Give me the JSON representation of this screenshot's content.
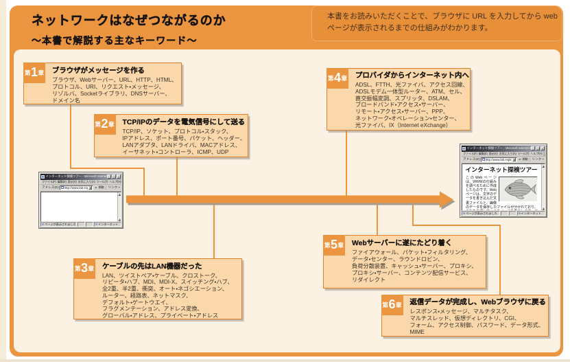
{
  "header": {
    "title": "ネットワークはなぜつながるのか",
    "subtitle": "〜本書で解説する主なキーワード〜",
    "intro_text": "本書をお読みいただくことで、ブラウザに URL を入力してから web\nページが表示されるまでの仕組みがわかります。"
  },
  "colors": {
    "band_orange": "#ec9540",
    "panel_cream": "#fbf2e4",
    "chapter_fill": "#fad8ac",
    "chapter_border": "#de8128",
    "intro_fill": "#e88f39",
    "shadow_gray": "#968b7d"
  },
  "chapters": [
    {
      "label_prefix": "第",
      "number": "1",
      "label_suffix": "章",
      "title": "ブラウザがメッセージを作る",
      "keywords": "ブラウザ、Webサーバー、URL、HTTP、HTML、\nプロトコル、URI、リクエスト・メッセージ、\nリゾルバ、Socketライブラリ、DNSサーバー、\nドメイン名"
    },
    {
      "label_prefix": "第",
      "number": "2",
      "label_suffix": "章",
      "title": "TCP/IPのデータを電気信号にして送る",
      "keywords": "TCP/IP、ソケット、プロトコル・スタック、\nIPアドレス、ポート番号、パケット、ヘッダー、\nLANアダプタ、LANドライバ、MACアドレス、\nイーサネット・コントローラ、ICMP、UDP"
    },
    {
      "label_prefix": "第",
      "number": "3",
      "label_suffix": "章",
      "title": "ケーブルの先はLAN機器だった",
      "keywords": "LAN、ツイストペア・ケーブル、クロストーク、\nリピータ・ハブ、MDI、MDI-X、スイッチング・ハブ、\n全2重、半2重、衝突、オート・ネゴシエーション、\nルーター、経路表、ネットマスク、\nデフォルト・ゲートウエイ、\nフラグメンテーション、アドレス変換、\nグローバル・アドレス、プライベート・アドレス"
    },
    {
      "label_prefix": "第",
      "number": "4",
      "label_suffix": "章",
      "title": "プロバイダからインターネット内へ",
      "keywords": "ADSL、FTTH、光ファイバ、アクセス回線、\nADSLモデム一体型ルーター、ATM、セル、\n直交振幅変調、スプリッタ、DSLAM、\nブロードバンド・アクセス・サーバー、\nリモート・アクセス・サーバー、PPP、\nネットワーク・オペレーション・センター、\n光ファイバ、IX（Internet eXchange）"
    },
    {
      "label_prefix": "第",
      "number": "5",
      "label_suffix": "章",
      "title": "Webサーバーに遂にたどり着く",
      "keywords": "ファイアウォール、パケット・フィルタリング、\nデータ・センター、ラウンドロビン、\n負荷分散装置、キャッシュ・サーバー、プロキシ、\nプロキシ・サーバー、コンテンツ配信サービス、\nリダイレクト"
    },
    {
      "label_prefix": "第",
      "number": "6",
      "label_suffix": "章",
      "title": "返信データが完成し、Webブラウザに戻る",
      "keywords": "レスポンス・メッセージ、マルチタスク、\nマルチスレッド、仮想ディレクトリ、CGI、\nフォーム、アクセス制御、パスワード、データ形式、\nMIME"
    }
  ],
  "windows": {
    "menu_items": [
      "ファイル(F)",
      "編集(E)",
      "表示(V)",
      "お気に入り(A)",
      "ツール(T)",
      "ヘルプ(H)"
    ],
    "address_label": "アドレス(D)",
    "go_label": "移動",
    "links_label": "リンク »",
    "status_text": "ページが表示されました",
    "zone_label": "インターネット",
    "min_glyph": "_",
    "max_glyph": "□",
    "close_glyph": "×",
    "dropdown_glyph": "▼",
    "scroll_up_glyph": "▲",
    "scroll_down_glyph": "▼",
    "logo_glyph": "e",
    "request": {
      "title": "インターネット探検ツアー - Microsoft Internet Explorer",
      "url": "http://www.lab.explore.co.jp/sample/web.htm"
    },
    "result": {
      "title": "インターネット探検ツアー - Microsoft Internet Explorer",
      "url": "http://www.lab.explore.co.jp/sample/web.htm",
      "heading": "インターネット探検ツアー",
      "body_text": "このWebページは、WWWの仕組みを調べるために作成したものです。Webページは、文字のデータを書き込んだ文書ファイルと、画像のデータを保存したファイルが分かれており、それを合成して一つのページを表示します。ファイルを読み込む動作は、一つ一つのファイル毎に実行するため、文書ファイルと画像ファイルが分かれていると、その読み込み動作も別々に分かれます。"
    }
  }
}
